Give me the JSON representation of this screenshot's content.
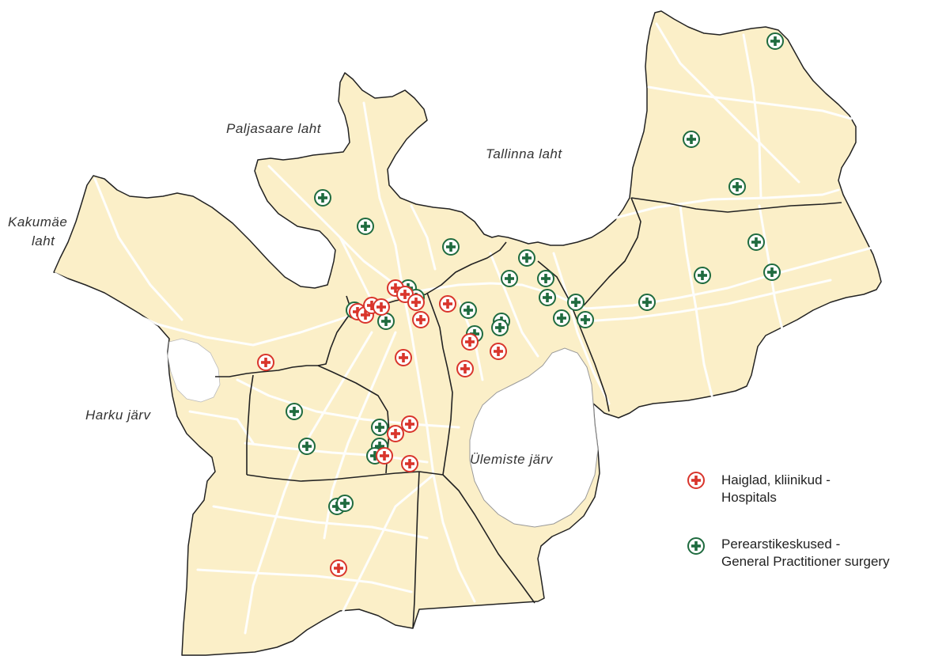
{
  "map": {
    "water_labels": {
      "paljasaare": "Paljasaare laht",
      "tallinna": "Tallinna laht",
      "kakumae_1": "Kakumäe",
      "kakumae_2": "laht",
      "harku": "Harku järv",
      "ulemiste": "Ülemiste järv"
    }
  },
  "legend": {
    "hospital": {
      "line1": "Haiglad, kliinikud -",
      "line2": "Hospitals",
      "color": "#d9352c"
    },
    "gp": {
      "line1": "Perearstikeskused -",
      "line2": "General Practitioner surgery",
      "color": "#1f6b3f"
    }
  },
  "colors": {
    "land": "#fbefc8",
    "border": "#222222",
    "roads": "#ffffff",
    "water": "#ffffff"
  },
  "markers": {
    "hospitals": [
      {
        "name": "hospital-1"
      },
      {
        "name": "hospital-2"
      },
      {
        "name": "hospital-3"
      },
      {
        "name": "hospital-4"
      },
      {
        "name": "hospital-5"
      },
      {
        "name": "hospital-6"
      },
      {
        "name": "hospital-7"
      },
      {
        "name": "hospital-8"
      },
      {
        "name": "hospital-9"
      },
      {
        "name": "hospital-10"
      },
      {
        "name": "hospital-11"
      },
      {
        "name": "hospital-12"
      },
      {
        "name": "hospital-13"
      },
      {
        "name": "hospital-14"
      },
      {
        "name": "hospital-15"
      },
      {
        "name": "hospital-16"
      },
      {
        "name": "hospital-17"
      },
      {
        "name": "hospital-18"
      },
      {
        "name": "hospital-19"
      }
    ],
    "gps": [
      {
        "name": "gp-1"
      },
      {
        "name": "gp-2"
      },
      {
        "name": "gp-3"
      },
      {
        "name": "gp-4"
      },
      {
        "name": "gp-5"
      },
      {
        "name": "gp-6"
      },
      {
        "name": "gp-7"
      },
      {
        "name": "gp-8"
      },
      {
        "name": "gp-9"
      },
      {
        "name": "gp-10"
      },
      {
        "name": "gp-11"
      },
      {
        "name": "gp-12"
      },
      {
        "name": "gp-13"
      },
      {
        "name": "gp-14"
      },
      {
        "name": "gp-15"
      },
      {
        "name": "gp-16"
      },
      {
        "name": "gp-17"
      },
      {
        "name": "gp-18"
      },
      {
        "name": "gp-19"
      },
      {
        "name": "gp-20"
      },
      {
        "name": "gp-21"
      },
      {
        "name": "gp-22"
      },
      {
        "name": "gp-23"
      },
      {
        "name": "gp-24"
      },
      {
        "name": "gp-25"
      },
      {
        "name": "gp-26"
      },
      {
        "name": "gp-27"
      },
      {
        "name": "gp-28"
      },
      {
        "name": "gp-29"
      },
      {
        "name": "gp-30"
      },
      {
        "name": "gp-31"
      },
      {
        "name": "gp-32"
      }
    ]
  }
}
